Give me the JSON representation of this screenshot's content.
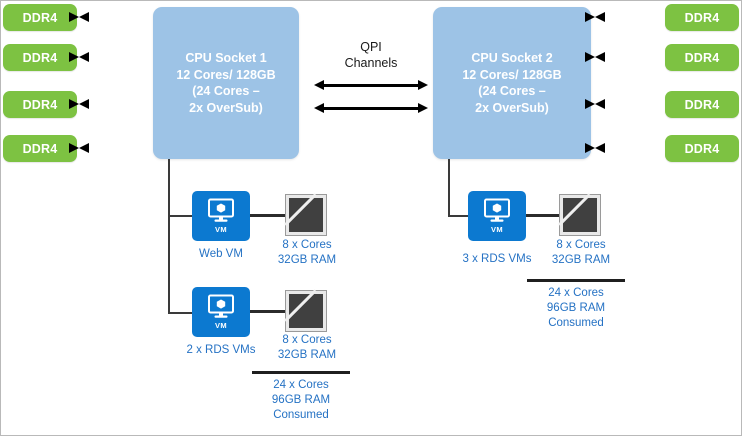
{
  "diagram": {
    "title": "Dual-socket CPU / NUMA VM placement diagram",
    "colors": {
      "ddr4": "#7DC242",
      "socket": "#9DC3E6",
      "vm_icon": "#0C79D0",
      "chip": "#404040",
      "caption_blue": "#2572C4",
      "arrow": "#000000",
      "background": "#FFFFFF",
      "frame_border": "#B9B9B9"
    },
    "memory_left": [
      {
        "label": "DDR4"
      },
      {
        "label": "DDR4"
      },
      {
        "label": "DDR4"
      },
      {
        "label": "DDR4"
      }
    ],
    "memory_right": [
      {
        "label": "DDR4"
      },
      {
        "label": "DDR4"
      },
      {
        "label": "DDR4"
      },
      {
        "label": "DDR4"
      }
    ],
    "sockets": [
      {
        "name": "CPU Socket 1",
        "line1": "CPU Socket 1",
        "line2": "12 Cores/ 128GB",
        "line3": "(24 Cores –",
        "line4": "2x OverSub)"
      },
      {
        "name": "CPU Socket 2",
        "line1": "CPU Socket 2",
        "line2": "12 Cores/ 128GB",
        "line3": "(24 Cores –",
        "line4": "2x OverSub)"
      }
    ],
    "interconnect": {
      "line1": "QPI",
      "line2": "Channels"
    },
    "vms_left": [
      {
        "icon_label": "VM",
        "caption": "Web VM",
        "resource_line1": "8 x Cores",
        "resource_line2": "32GB RAM"
      },
      {
        "icon_label": "VM",
        "caption": "2 x RDS VMs",
        "resource_line1": "8 x Cores",
        "resource_line2": "32GB RAM"
      }
    ],
    "vms_right": [
      {
        "icon_label": "VM",
        "caption": "3 x RDS VMs",
        "resource_line1": "8 x Cores",
        "resource_line2": "32GB RAM"
      }
    ],
    "summary_left": {
      "line1": "24 x Cores",
      "line2": "96GB RAM",
      "line3": "Consumed"
    },
    "summary_right": {
      "line1": "24 x Cores",
      "line2": "96GB RAM",
      "line3": "Consumed"
    }
  }
}
